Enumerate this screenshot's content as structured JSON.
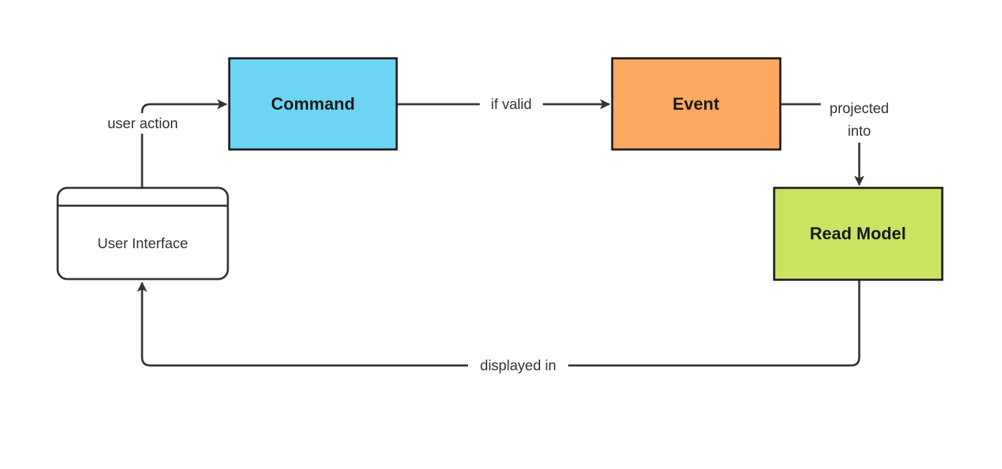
{
  "diagram": {
    "background_color": "#ffffff",
    "line_color": "#333333",
    "nodes": {
      "command": {
        "label": "Command",
        "fill": "#6DD5F4",
        "border": "#1a1a1a"
      },
      "event": {
        "label": "Event",
        "fill": "#FCA860",
        "border": "#1a1a1a"
      },
      "read_model": {
        "label": "Read Model",
        "fill": "#CBE362",
        "border": "#1a1a1a"
      },
      "user_interface": {
        "label": "User Interface",
        "fill": "#ffffff",
        "border": "#333333"
      }
    },
    "edges": {
      "user_action": {
        "label": "user action",
        "from": "User Interface",
        "to": "Command"
      },
      "if_valid": {
        "label": "if valid",
        "from": "Command",
        "to": "Event"
      },
      "projected_into": {
        "lines": [
          "projected",
          "into"
        ],
        "from": "Event",
        "to": "Read Model"
      },
      "displayed_in": {
        "label": "displayed in",
        "from": "Read Model",
        "to": "User Interface"
      }
    }
  }
}
